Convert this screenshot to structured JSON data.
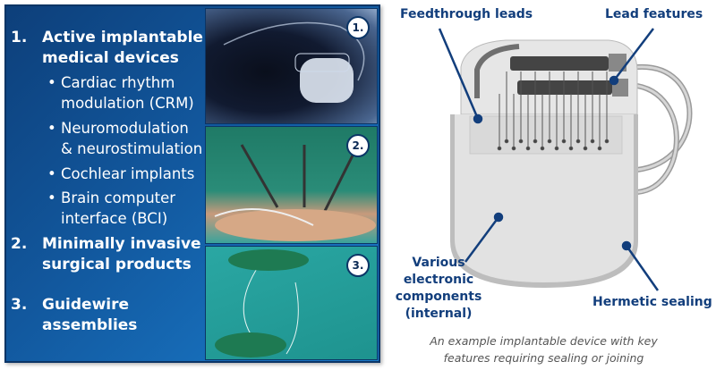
{
  "left_panel": {
    "items": [
      {
        "number": "1.",
        "title_lines": [
          "Active implantable",
          "medical devices"
        ],
        "subitems": [
          [
            "Cardiac rhythm",
            "modulation (CRM)"
          ],
          [
            "Neuromodulation",
            "& neurostimulation"
          ],
          [
            "Cochlear implants"
          ],
          [
            "Brain computer",
            "interface (BCI)"
          ]
        ]
      },
      {
        "number": "2.",
        "title_lines": [
          "Minimally invasive",
          "surgical products"
        ]
      },
      {
        "number": "3.",
        "title_lines": [
          "Guidewire",
          "assemblies"
        ]
      }
    ],
    "photos": [
      {
        "badge": "1."
      },
      {
        "badge": "2."
      },
      {
        "badge": "3."
      }
    ]
  },
  "diagram": {
    "labels": {
      "feedthrough": "Feedthrough leads",
      "lead_features": "Lead features",
      "various": [
        "Various",
        "electronic",
        "components",
        "(internal)"
      ],
      "hermetic": "Hermetic sealing"
    },
    "caption": [
      "An example implantable device with key",
      "features requiring sealing or joining"
    ],
    "accent": "#123e7c"
  }
}
